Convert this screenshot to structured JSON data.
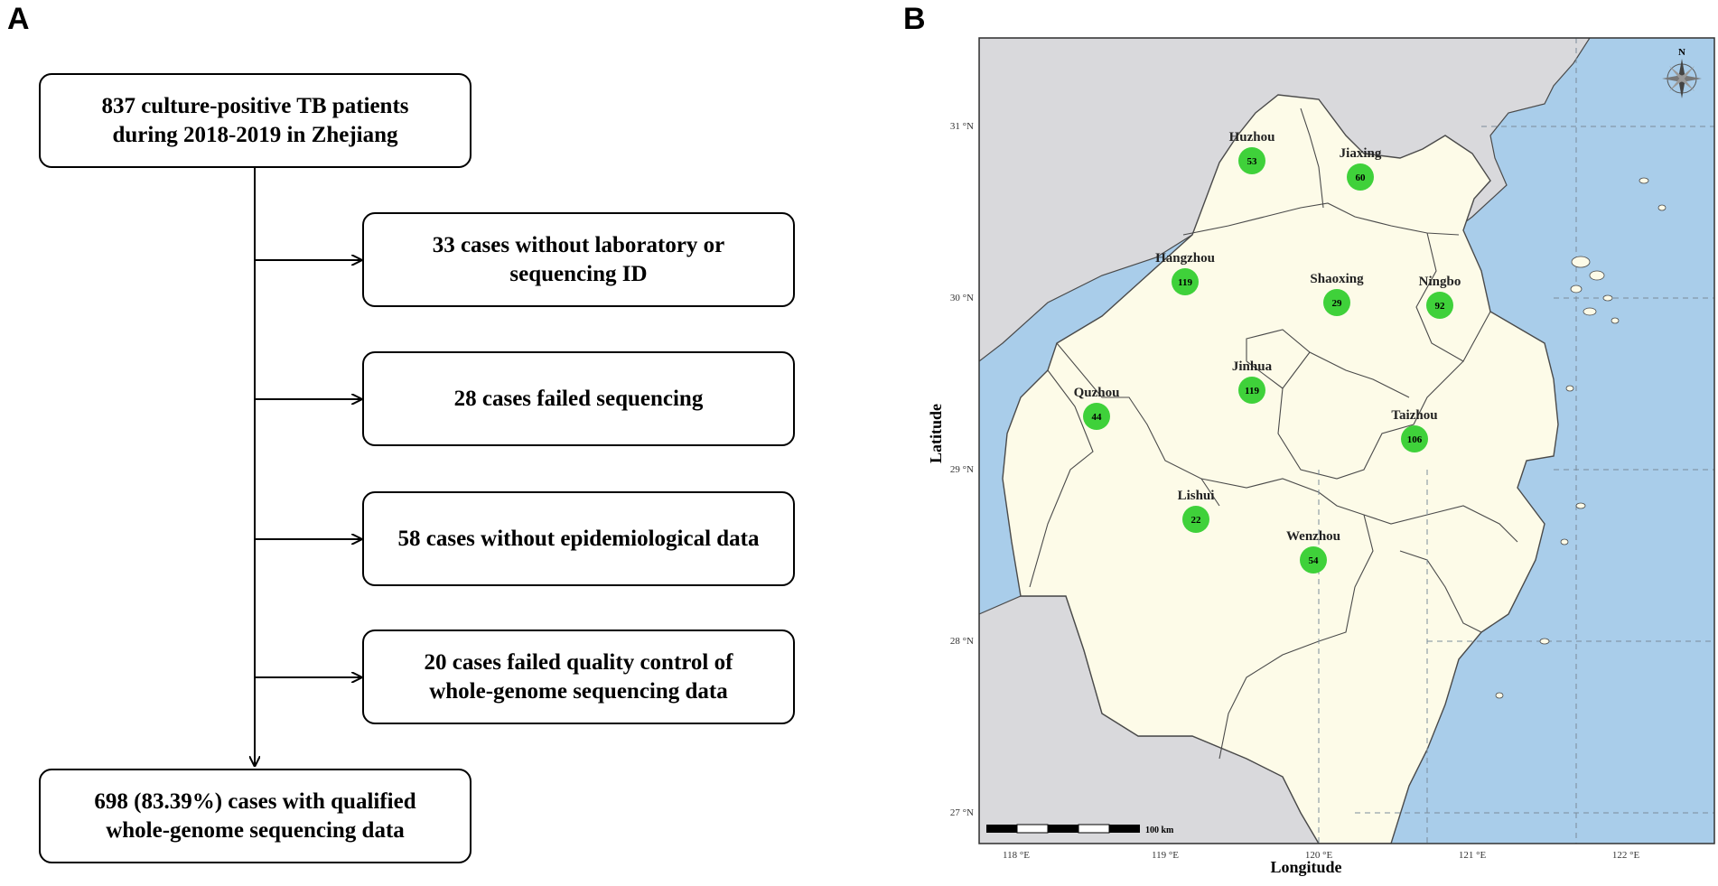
{
  "panel_a": {
    "label": "A",
    "top_box": [
      "837 culture-positive TB patients",
      "during 2018-2019 in Zhejiang"
    ],
    "exclusions": [
      [
        "33 cases without laboratory or",
        "sequencing ID"
      ],
      [
        "28 cases failed sequencing"
      ],
      [
        "58 cases without epidemiological data"
      ],
      [
        "20 cases failed quality control of",
        "whole-genome sequencing data"
      ]
    ],
    "bottom_box": [
      "698 (83.39%) cases with qualified",
      "whole-genome sequencing data"
    ]
  },
  "panel_b": {
    "label": "B",
    "xlabel": "Longitude",
    "ylabel": "Latitude",
    "x_ticks": [
      "118 °E",
      "119 °E",
      "120 °E",
      "121 °E",
      "122 °E"
    ],
    "y_ticks": [
      "31 °N",
      "30 °N",
      "29 °N",
      "28 °N",
      "27 °N"
    ],
    "scale_label": "100 km",
    "north_label": "N",
    "colors": {
      "sea": "#a9cdea",
      "land_other": "#d9d9dc",
      "zhejiang": "#fdfbe8",
      "marker": "#3fd13a",
      "border": "#4a4a4a"
    },
    "cities": [
      {
        "name": "Huzhou",
        "count": "53"
      },
      {
        "name": "Jiaxing",
        "count": "60"
      },
      {
        "name": "Hangzhou",
        "count": "119"
      },
      {
        "name": "Shaoxing",
        "count": "29"
      },
      {
        "name": "Ningbo",
        "count": "92"
      },
      {
        "name": "Jinhua",
        "count": "119"
      },
      {
        "name": "Quzhou",
        "count": "44"
      },
      {
        "name": "Taizhou",
        "count": "106"
      },
      {
        "name": "Lishui",
        "count": "22"
      },
      {
        "name": "Wenzhou",
        "count": "54"
      }
    ]
  }
}
